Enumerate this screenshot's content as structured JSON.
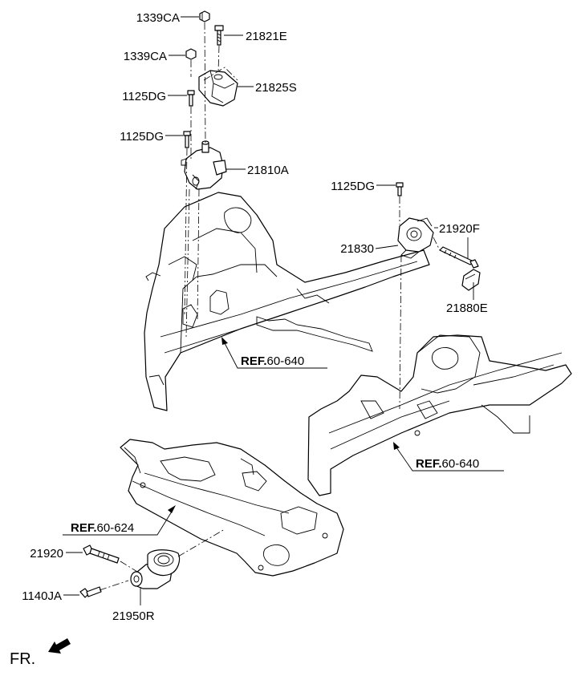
{
  "parts": {
    "p1339ca_top": "1339CA",
    "p21821e": "21821E",
    "p1339ca_2": "1339CA",
    "p21825s": "21825S",
    "p1125dg_1": "1125DG",
    "p1125dg_2": "1125DG",
    "p21810a": "21810A",
    "p1125dg_3": "1125DG",
    "p21920f": "21920F",
    "p21830": "21830",
    "p21880e": "21880E",
    "p21920": "21920",
    "p1140ja": "1140JA",
    "p21950r": "21950R"
  },
  "refs": {
    "left_prefix": "REF.",
    "left_code": "60-640",
    "right_prefix": "REF.",
    "right_code": "60-640",
    "sub_prefix": "REF.",
    "sub_code": "60-624"
  },
  "direction": {
    "label": "FR.",
    "icon": "front-direction-arrow-icon"
  }
}
